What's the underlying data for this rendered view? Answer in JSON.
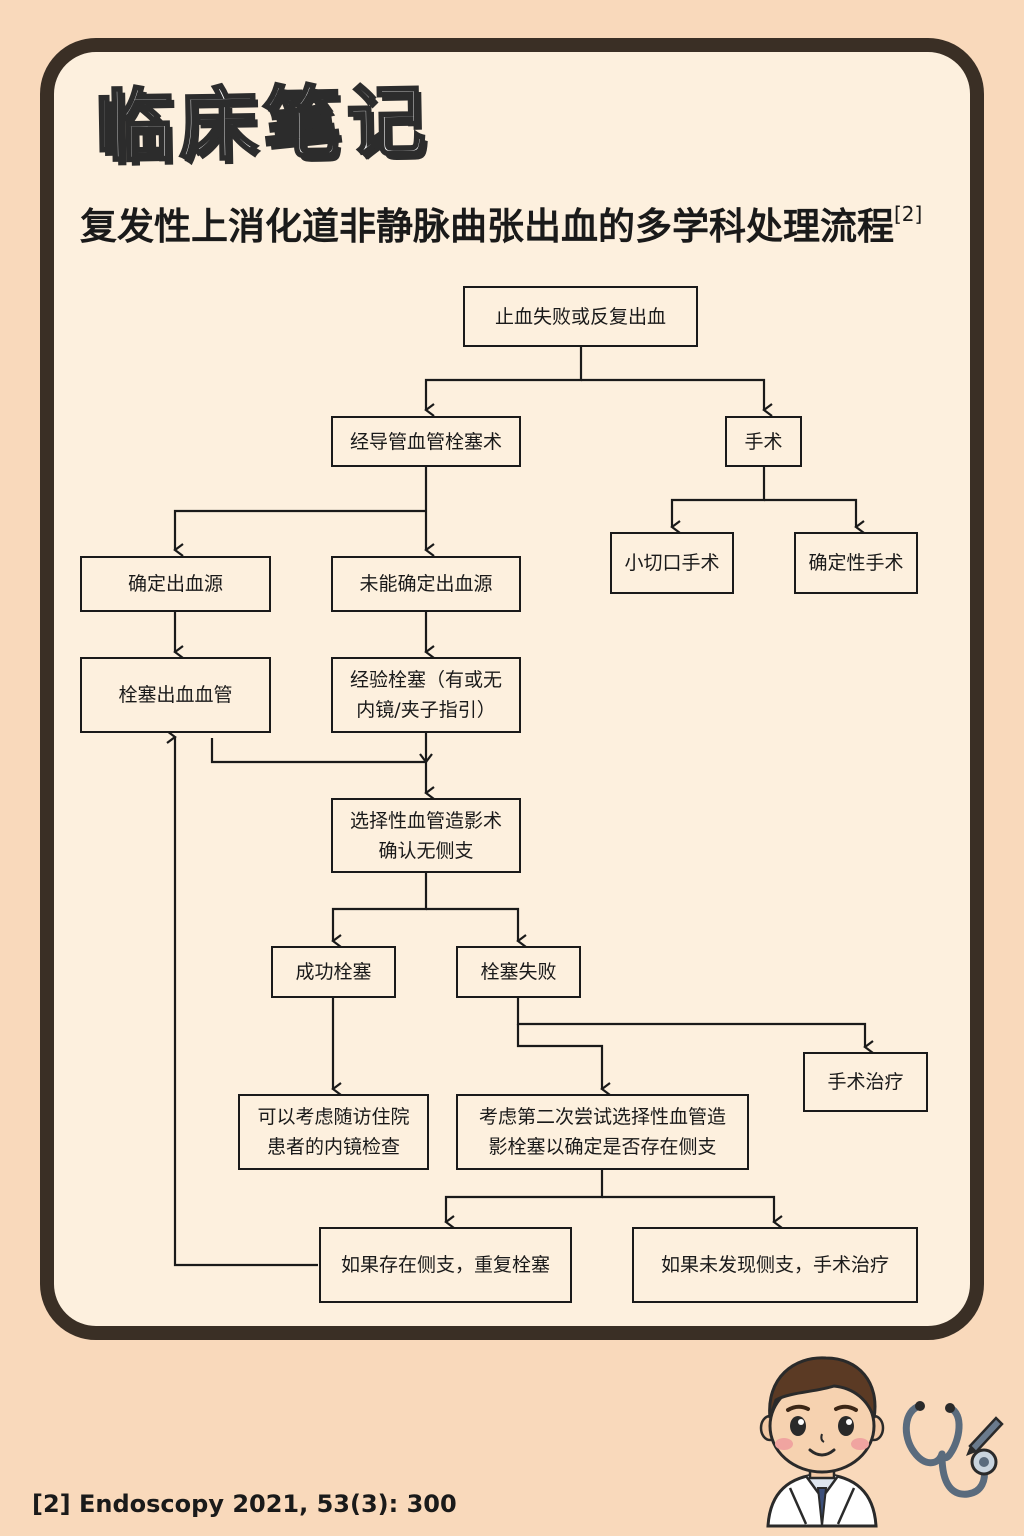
{
  "header": {
    "logo_text": "临床笔记",
    "title": "复发性上消化道非静脉曲张出血的多学科处理流程",
    "title_ref": "[2]"
  },
  "flowchart": {
    "start": "止血失败或反复出血",
    "embolization": "经导管血管栓塞术",
    "surgery": "手术",
    "small_incision": "小切口手术",
    "definitive_surgery": "确定性手术",
    "source_found": "确定出血源",
    "source_not_found": "未能确定出血源",
    "embolize_vessel": "栓塞出血血管",
    "empirical_line1": "经验栓塞（有或无",
    "empirical_line2": "内镜/夹子指引）",
    "angio_line1": "选择性血管造影术",
    "angio_line2": "确认无侧支",
    "success": "成功栓塞",
    "failure": "栓塞失败",
    "surgical_treatment": "手术治疗",
    "followup_line1": "可以考虑随访住院",
    "followup_line2": "患者的内镜检查",
    "second_line1": "考虑第二次尝试选择性血管造",
    "second_line2": "影栓塞以确定是否存在侧支",
    "if_collateral": "如果存在侧支，重复栓塞",
    "if_no_collateral": "如果未发现侧支，手术治疗"
  },
  "footer": {
    "citation": "[2] Endoscopy 2021, 53(3): 300"
  },
  "icons": [
    "doctor-illustration",
    "stethoscope-icon",
    "pen-icon"
  ],
  "colors": {
    "background": "#f9d9bb",
    "card": "#fdf0de",
    "border": "#3a2f25"
  }
}
